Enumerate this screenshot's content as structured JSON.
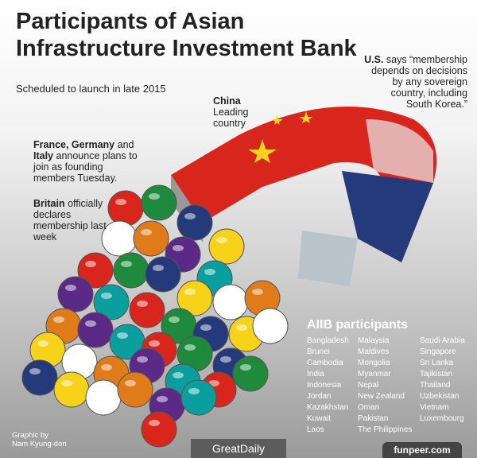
{
  "title": "Participants of Asian Infrastructure Investment Bank",
  "subtitle": "Scheduled to launch in late 2015",
  "china": {
    "bold": "China",
    "text": "Leading country"
  },
  "us": {
    "bold": "U.S.",
    "text": " says “membership depends on decisions by any sovereign country, including South Korea.”"
  },
  "france": {
    "bold1": "France, Germany",
    "mid": " and ",
    "bold2": "Italy",
    "text": " announce plans to join as founding members Tuesday."
  },
  "britain": {
    "bold": "Britain",
    "text": " officially declares membership last week"
  },
  "participants": {
    "heading": "AIIB participants",
    "col1": [
      "Bangladesh",
      "Brunei",
      "Cambodia",
      "India",
      "Indonesia",
      "Jordan",
      "Kazakhstan",
      "Kuwait",
      "Laos"
    ],
    "col2": [
      "Malaysia",
      "Maldives",
      "Mongolia",
      "Myanmar",
      "Nepal",
      "New Zealand",
      "Oman",
      "Pakistan",
      "The Philippines"
    ],
    "col3": [
      "Saudi Arabia",
      "Singapore",
      "Sri Lanka",
      "Tajikistan",
      "Thailand",
      "Uzbekistan",
      "Vietnam",
      "Luxembourg"
    ]
  },
  "credit": {
    "line1": "Graphic by",
    "line2": "Nam Kyung-don"
  },
  "watermark1": "GreatDaily",
  "watermark2": "funpeer.com",
  "colors": {
    "china_red": "#d8261c",
    "us_blue": "#253a7a",
    "star": "#f7d21a"
  }
}
